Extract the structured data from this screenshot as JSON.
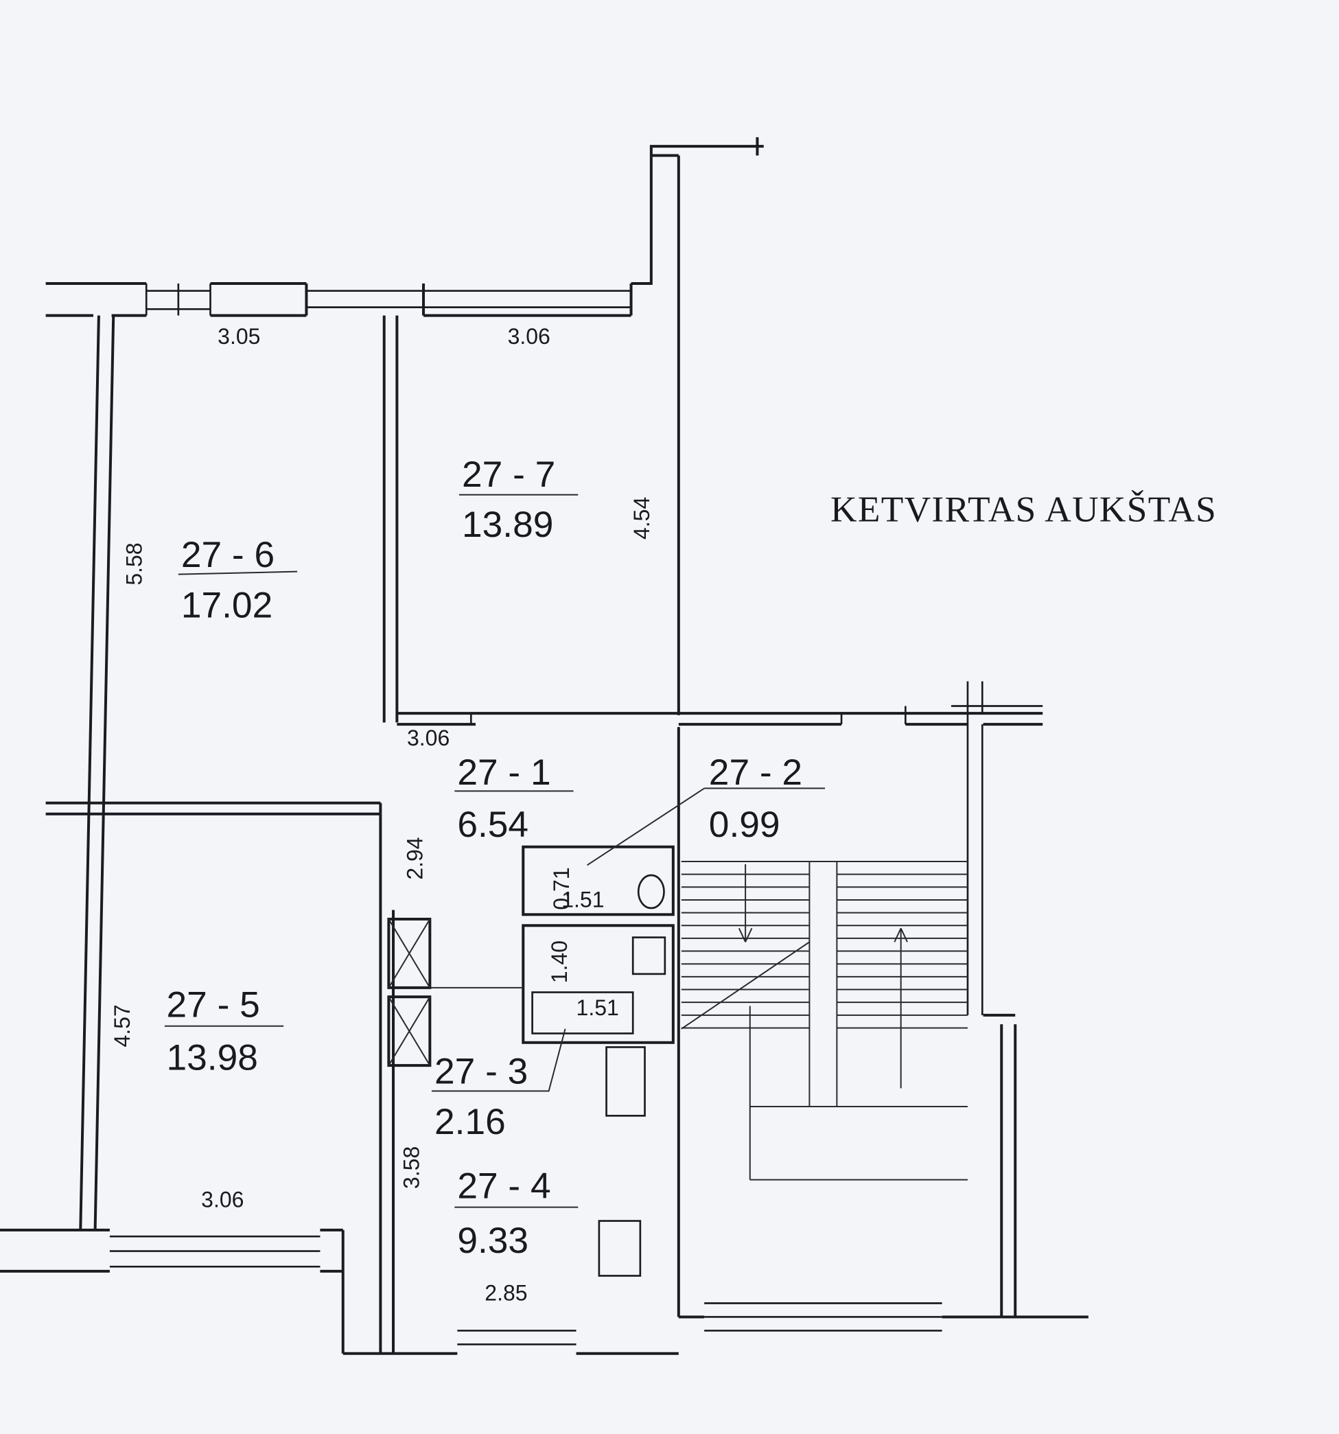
{
  "title": "KETVIRTAS AUKŠTAS",
  "rooms": [
    {
      "id": "27 - 6",
      "area": "17.02"
    },
    {
      "id": "27 - 7",
      "area": "13.89"
    },
    {
      "id": "27 - 1",
      "area": "6.54"
    },
    {
      "id": "27 - 2",
      "area": "0.99"
    },
    {
      "id": "27 - 5",
      "area": "13.98"
    },
    {
      "id": "27 - 3",
      "area": "2.16"
    },
    {
      "id": "27 - 4",
      "area": "9.33"
    }
  ],
  "dimensions": {
    "d305": "3.05",
    "d306_top": "3.06",
    "d558": "5.58",
    "d454": "4.54",
    "d306_hall": "3.06",
    "d294": "2.94",
    "d071": "0.71",
    "d151_wc": "1.51",
    "d140": "1.40",
    "d151_bath": "1.51",
    "d457": "4.57",
    "d358": "3.58",
    "d306_bottom": "3.06",
    "d285": "2.85"
  }
}
